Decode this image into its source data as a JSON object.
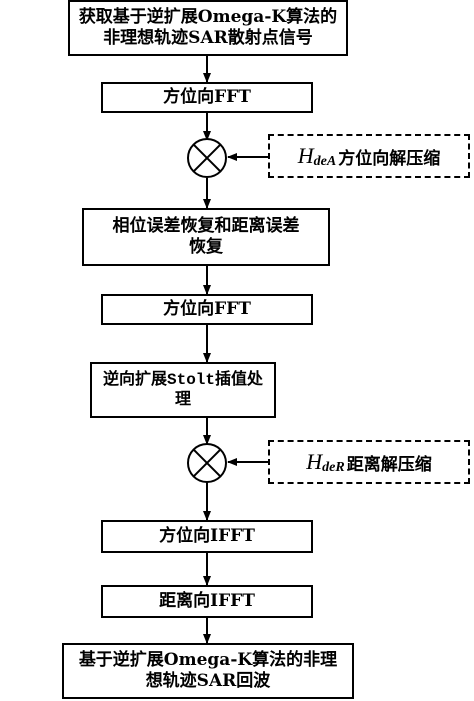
{
  "steps": {
    "acquire": "获取基于逆扩展Omega-K算法的非理想轨迹SAR散射点信号",
    "fft1": "方位向FFT",
    "phase_range_recovery": "相位误差恢复和距离误差恢复",
    "fft2": "方位向FFT",
    "stolt": "逆向扩展Stolt插值处理",
    "ifft_azimuth": "方位向IFFT",
    "ifft_range": "距离向IFFT",
    "result": "基于逆扩展Omega-K算法的非理想轨迹SAR回波"
  },
  "side": {
    "azimuth_decomp": {
      "symbol": "H",
      "subscript": "deA",
      "label": "方位向解压缩"
    },
    "range_decomp": {
      "symbol": "H",
      "subscript": "deR",
      "label": "距离解压缩"
    }
  }
}
